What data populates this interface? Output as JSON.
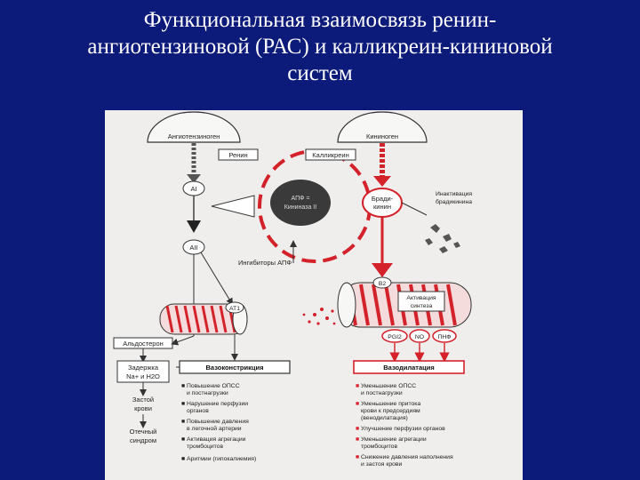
{
  "slide": {
    "title_lines": [
      "Функциональная взаимосвязь ренин-",
      "ангиотензиновой  (РАС) и калликреин-кининовой",
      "систем"
    ]
  },
  "diagram": {
    "left": {
      "source": "Ангиотензиноген",
      "enzyme": "Ренин",
      "ai": "AI",
      "aii": "AII",
      "at1": "AT1",
      "aldosterone": "Альдостерон",
      "retention": [
        "Задержка",
        "Na+ и H2O"
      ],
      "congestion": [
        "Застой",
        "крови"
      ],
      "edema": [
        "Отечный",
        "синдром"
      ],
      "vaso": "Вазоконстрикция",
      "effects": [
        [
          "Повышение ОПСС",
          "и постнагрузки"
        ],
        [
          "Нарушение перфузии",
          "органов"
        ],
        [
          "Повышение давления",
          "в легочной артерии"
        ],
        [
          "Активация агрегации",
          "тромбоцитов"
        ],
        [
          "Аритмии (гипокалиемия)"
        ]
      ]
    },
    "center": {
      "ace": [
        "АПФ =",
        "Кининаза II"
      ],
      "inhibitors": "Ингибиторы АПФ"
    },
    "right": {
      "source": "Кининоген",
      "enzyme": "Калликреин",
      "bradykinin": [
        "Бради-",
        "кинин"
      ],
      "inactivation": [
        "Инактивация",
        "брадикинина"
      ],
      "b2": "B2",
      "activation": [
        "Активация",
        "синтеза"
      ],
      "mediators": [
        "PGI2",
        "NO",
        "ПНФ"
      ],
      "vaso": "Вазодилатация",
      "effects": [
        [
          "Уменьшение ОПСС",
          "и постнагрузки"
        ],
        [
          "Уменьшение притока",
          "крови к предсердиям",
          "(венодилатация)"
        ],
        [
          "Улучшение перфузии органов"
        ],
        [
          "Уменьшение агрегации",
          "тромбоцитов"
        ],
        [
          "Снижение давления наполнения",
          "и застоя крови"
        ]
      ]
    },
    "colors": {
      "red": "#d4222a",
      "dark": "#3a3a3a",
      "slide_bg": "#0c1a7a"
    }
  }
}
